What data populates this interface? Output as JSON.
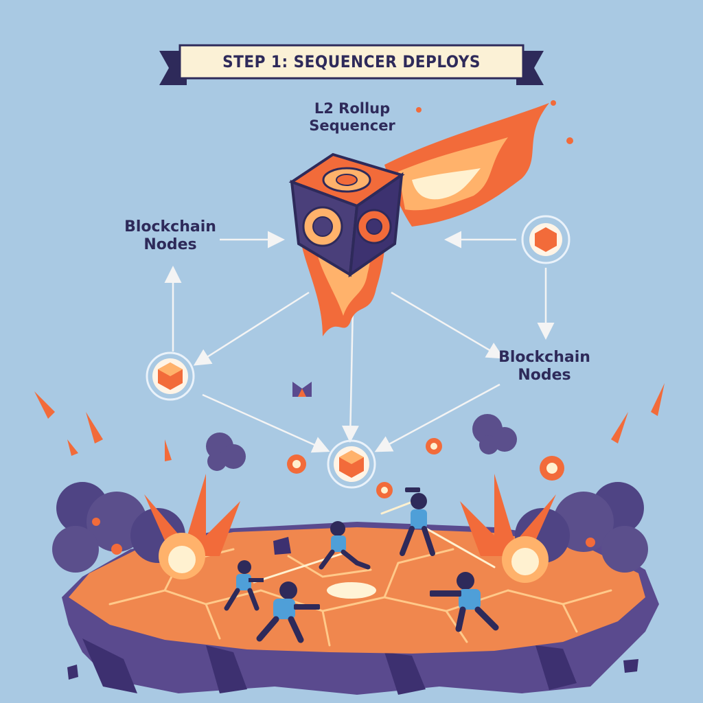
{
  "banner": {
    "title": "STEP 1: SEQUENCER DEPLOYS"
  },
  "sequencer": {
    "label_line1": "L2 Rollup",
    "label_line2": "Sequencer"
  },
  "nodes": {
    "left_label_line1": "Blockchain",
    "left_label_line2": "Nodes",
    "right_label_line1": "Blockchain",
    "right_label_line2": "Nodes"
  },
  "colors": {
    "background": "#a9c9e3",
    "ink": "#2e2a5a",
    "cube_face": "#4a3f7a",
    "fire_orange": "#f26b3a",
    "fire_yellow": "#ffd27a",
    "platform_top": "#f0874e",
    "platform_cliff": "#5a4a8e",
    "character_shirt": "#4f9fd8",
    "smoke": "#5b4f8c"
  }
}
